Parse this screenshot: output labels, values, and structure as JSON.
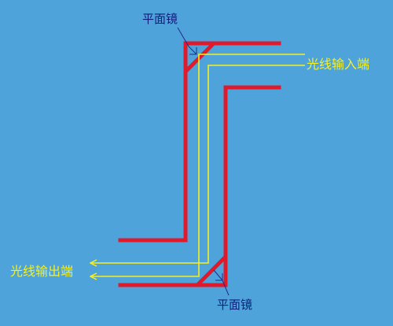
{
  "labels": {
    "mirror_top": "平面镜",
    "mirror_bottom": "平面镜",
    "input_port": "光线输入端",
    "output_port": "光线输出端"
  },
  "colors": {
    "background": "#4fa3db",
    "tube_wall": "#e0192b",
    "light_ray": "#f5f020",
    "mirror_label": "#0c1d7a",
    "leader_line": "#1d2d8a"
  }
}
